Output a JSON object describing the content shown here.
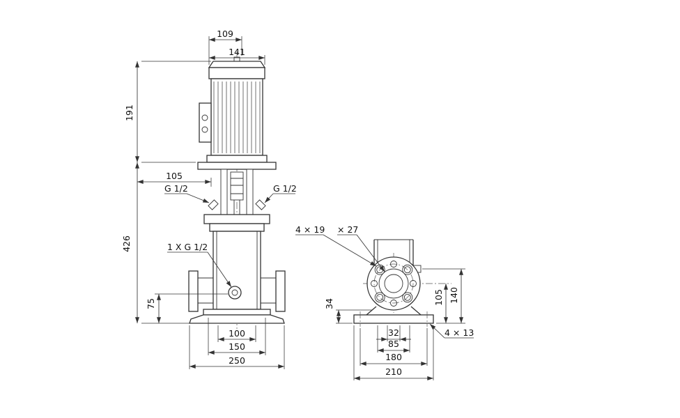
{
  "drawing": {
    "front_view": {
      "dims": {
        "motor_top_width": "109",
        "motor_width": "141",
        "motor_height": "191",
        "head_depth": "105",
        "pump_height": "426",
        "drain_port_height": "75",
        "base_width_inner": "100",
        "base_width_mid": "150",
        "base_width_outer": "250"
      },
      "labels": {
        "vent_plug_left": "G 1/2",
        "vent_plug_right": "G 1/2",
        "drain_port": "1 X G 1/2"
      }
    },
    "side_view": {
      "dims": {
        "base_plate_height": "34",
        "port_center_height": "105",
        "tapping_height": "140",
        "slot_spacing": "32",
        "bolt_spacing_inner": "85",
        "bolt_spacing_outer": "180",
        "base_plate_width": "210"
      },
      "labels": {
        "flange_holes": "4 × 19",
        "flange_counterbore": "× 27",
        "base_holes": "4 × 13"
      }
    }
  }
}
